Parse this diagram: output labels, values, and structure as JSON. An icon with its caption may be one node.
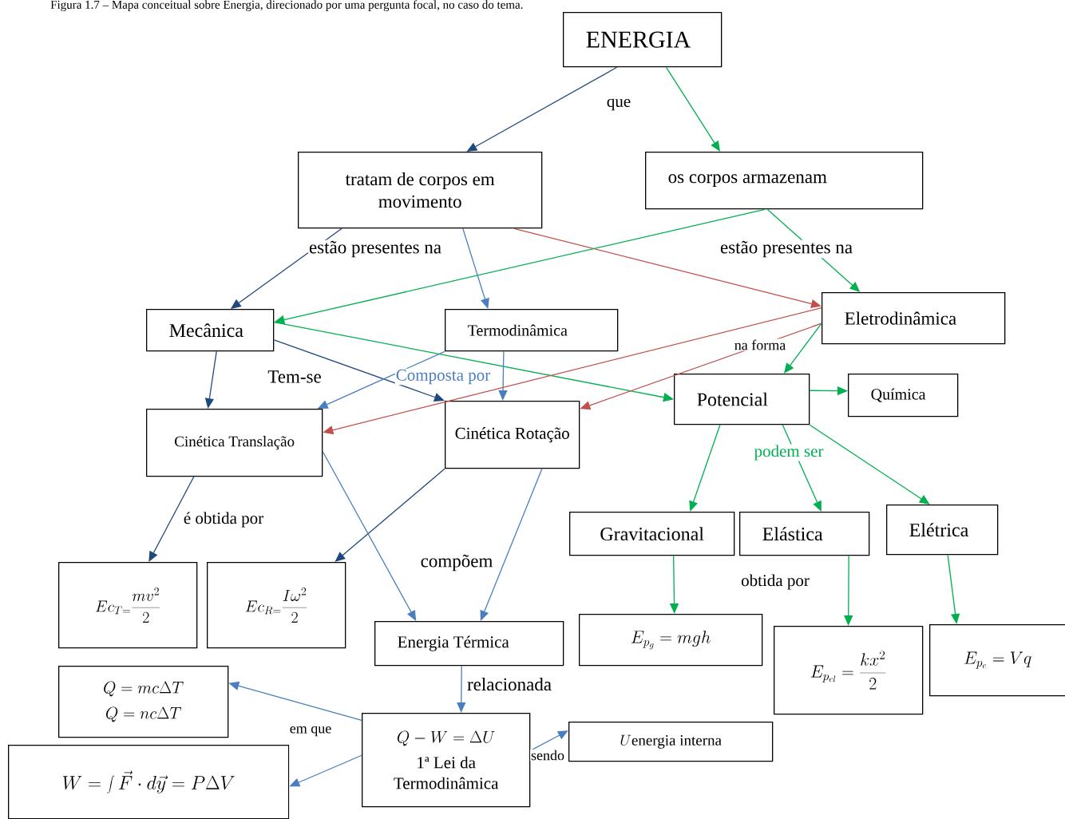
{
  "diagram": {
    "caption": "Figura 1.7 – Mapa conceitual sobre Energia, direcionado por uma pergunta focal, no caso do tema.",
    "nodes": [
      {
        "text": [
          "ENERGIA"
        ]
      },
      {
        "text": [
          "tratam de corpos em movimento"
        ]
      },
      {
        "text": [
          "os corpos armazenam"
        ]
      },
      {
        "text": [
          "Mecânica"
        ]
      },
      {
        "text": [
          "Termodinâmica"
        ]
      },
      {
        "text": [
          "Eletrodinâmica"
        ]
      },
      {
        "text": [
          "Potencial"
        ]
      },
      {
        "text": [
          "Química"
        ]
      },
      {
        "text": [
          "Cinética Translação"
        ]
      },
      {
        "text": [
          "Cinética Rotação"
        ]
      },
      {
        "text": [
          "Gravitacional"
        ]
      },
      {
        "text": [
          "Elástica"
        ]
      },
      {
        "text": [
          "Elétrica"
        ]
      },
      {
        "text": [
          "Ec_{T=}\\frac{mv^{2}}{2}"
        ]
      },
      {
        "text": [
          "Ec_{R=}\\frac{I\\omega^{2}}{2}"
        ]
      },
      {
        "text": [
          "Energia Térmica"
        ]
      },
      {
        "text": [
          "E_{p_{g}}=mgh"
        ]
      },
      {
        "text": [
          "E_{p_{el}}=\\frac{kx^{2}}{2}"
        ]
      },
      {
        "text": [
          "E_{p_{e}}=Vq"
        ]
      },
      {
        "text": [
          "Q=mc\\Delta T",
          "Q=nc\\Delta T"
        ]
      },
      {
        "text": [
          "W=\\int\\vec{F}\\cdot d\\vec{y}=P\\Delta V"
        ]
      },
      {
        "text": [
          "Q-W=\\Delta U",
          "1ª Lei da Termodinâmica"
        ]
      },
      {
        "text": [
          "U",
          "energia interna"
        ]
      }
    ],
    "edges": [
      {
        "from": 0,
        "to": 1,
        "arrow": "to",
        "color": "#1f497d"
      },
      {
        "from": 0,
        "to": 2,
        "arrow": "to"
      },
      {
        "from": 1,
        "to": 3,
        "arrow": "to",
        "color": "#1f497d"
      },
      {
        "from": 1,
        "to": 4,
        "arrow": "to",
        "color": "#4a7ebf"
      },
      {
        "from": 1,
        "to": 5,
        "arrow": "to",
        "color": "#c0504d"
      },
      {
        "from": 2,
        "to": 3,
        "arrow": "to"
      },
      {
        "from": 2,
        "to": 5,
        "arrow": "to"
      },
      {
        "from": 3,
        "to": 8,
        "arrow": "to",
        "color": "#1f497d"
      },
      {
        "from": 3,
        "to": 9,
        "arrow": "to",
        "color": "#1f497d"
      },
      {
        "from": 3,
        "to": 6,
        "arrow": "to"
      },
      {
        "from": 4,
        "to": 8,
        "arrow": "to",
        "color": "#4a7ebf"
      },
      {
        "from": 4,
        "to": 9,
        "arrow": "to",
        "color": "#4a7ebf",
        "label": "Composta por"
      },
      {
        "from": 5,
        "to": 8,
        "arrow": "to",
        "color": "#c0504d"
      },
      {
        "from": 5,
        "to": 9,
        "arrow": "to",
        "color": "#c0504d"
      },
      {
        "from": 5,
        "to": 6,
        "arrow": "to"
      },
      {
        "from": 6,
        "to": 7,
        "arrow": "to"
      },
      {
        "from": 6,
        "to": 10,
        "arrow": "to"
      },
      {
        "from": 6,
        "to": 11,
        "arrow": "to",
        "label": "podem ser"
      },
      {
        "from": 6,
        "to": 12,
        "arrow": "to"
      },
      {
        "from": 8,
        "to": 13,
        "arrow": "to",
        "color": "#1f497d"
      },
      {
        "from": 9,
        "to": 14,
        "arrow": "to",
        "color": "#1f497d"
      },
      {
        "from": 8,
        "to": 15,
        "arrow": "to",
        "color": "#4a7ebf"
      },
      {
        "from": 9,
        "to": 15,
        "arrow": "to",
        "color": "#4a7ebf"
      },
      {
        "from": 10,
        "to": 16,
        "arrow": "to"
      },
      {
        "from": 11,
        "to": 17,
        "arrow": "to"
      },
      {
        "from": 12,
        "to": 18,
        "arrow": "to"
      },
      {
        "from": 15,
        "to": 21,
        "arrow": "to",
        "color": "#4a7ebf"
      },
      {
        "from": 21,
        "to": 19,
        "arrow": "to",
        "color": "#4a7ebf"
      },
      {
        "from": 21,
        "to": 20,
        "arrow": "to",
        "color": "#4a7ebf"
      },
      {
        "from": 21,
        "to": 22,
        "arrow": "to",
        "color": "#4a7ebf"
      }
    ],
    "labels": [
      "que",
      "estão presentes na",
      "estão presentes na",
      "Tem-se",
      "na forma",
      "é obtida por",
      "compõem",
      "obtida por",
      "relacionada",
      "em que",
      "sendo"
    ]
  }
}
